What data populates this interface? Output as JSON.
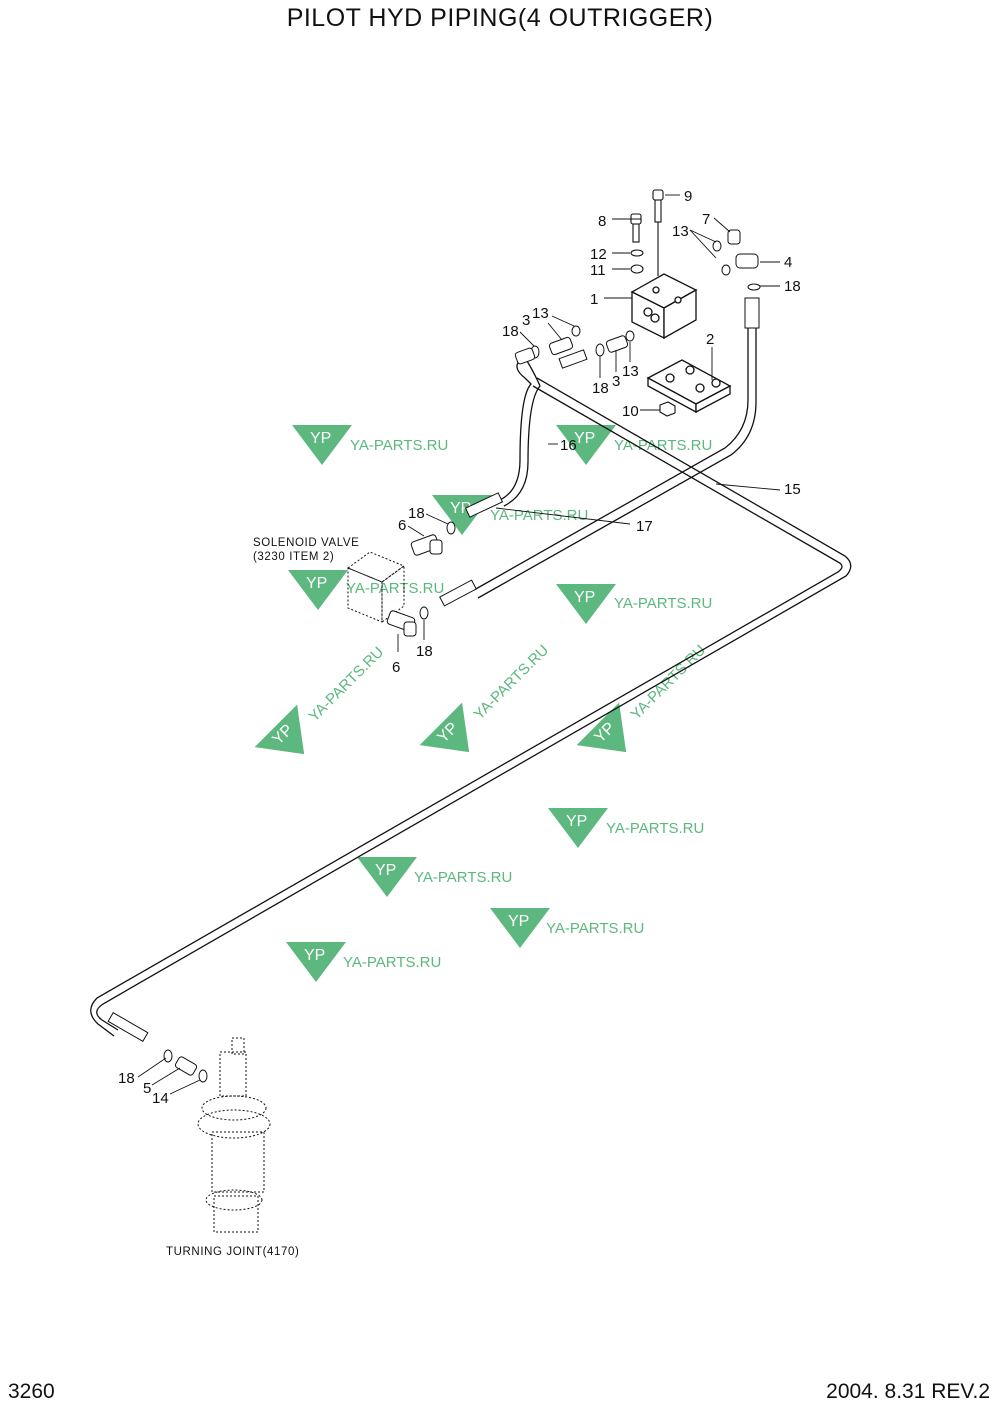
{
  "title": "PILOT HYD PIPING(4 OUTRIGGER)",
  "notes": {
    "solenoid_line1": "SOLENOID VALVE",
    "solenoid_line2": "(3230 ITEM  2)",
    "turning_joint": "TURNING JOINT(4170)"
  },
  "callouts": [
    "9",
    "8",
    "7",
    "13",
    "12",
    "4",
    "11",
    "18",
    "1",
    "18",
    "13",
    "3",
    "2",
    "13",
    "18",
    "3",
    "10",
    "16",
    "15",
    "18",
    "17",
    "6",
    "6",
    "18",
    "18",
    "5",
    "14"
  ],
  "watermark": {
    "text": "YA-PARTS.RU",
    "logo": "YP",
    "color": "#5cb87e"
  },
  "footer": {
    "page_number": "3260",
    "date_rev": "2004. 8.31  REV.2"
  }
}
